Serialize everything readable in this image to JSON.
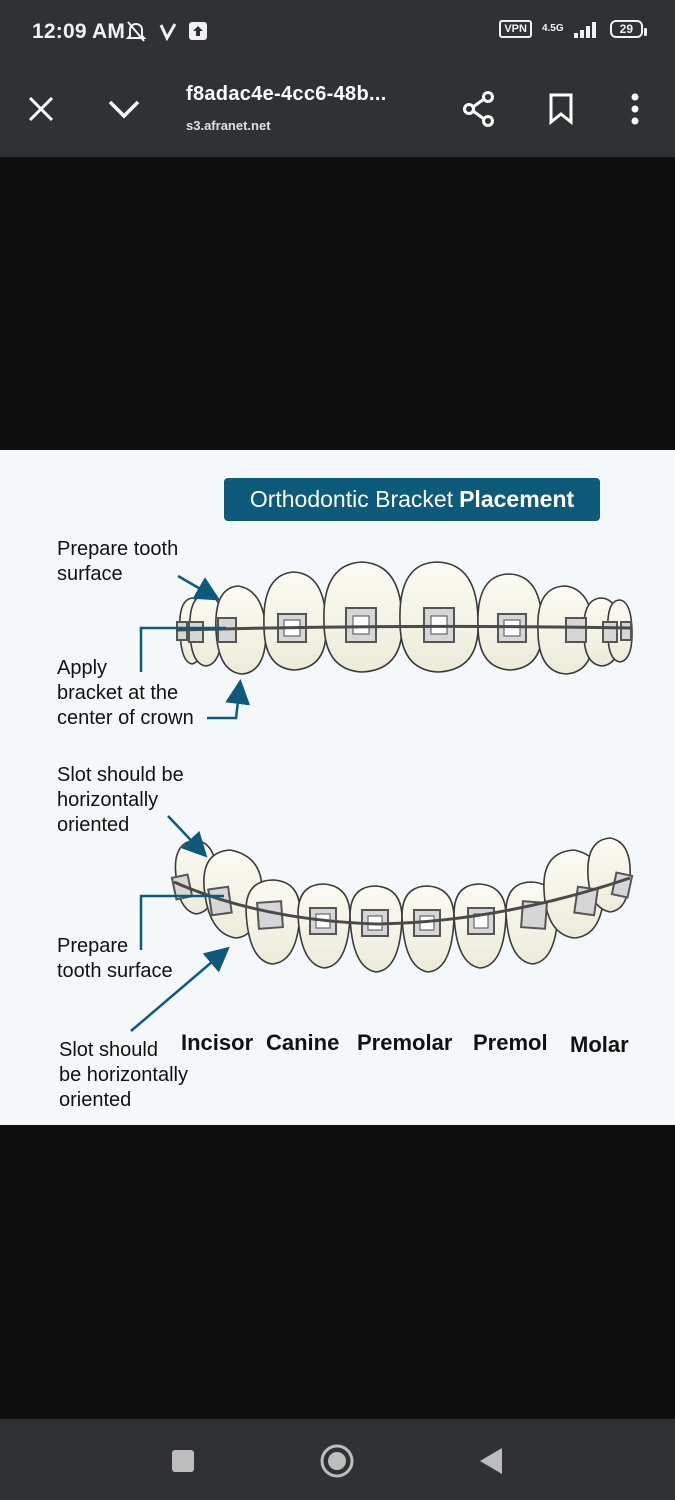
{
  "status_bar": {
    "time": "12:09 AM",
    "icons_left": [
      "bell-off-icon",
      "check-v-icon",
      "upload-icon"
    ],
    "vpn": "VPN",
    "network": "4.5G",
    "battery": "29"
  },
  "toolbar": {
    "title": "f8adac4e-4cc6-48b...",
    "subtitle": "s3.afranet.net",
    "icons": [
      "close-icon",
      "chevron-down-icon",
      "share-icon",
      "bookmark-icon",
      "more-vert-icon"
    ]
  },
  "image": {
    "banner_regular": "Orthodontic Bracket",
    "banner_bold": "Placement",
    "labels": {
      "prepare1_line1": "Prepare tooth",
      "prepare1_line2": "surface",
      "apply_line1": "Apply",
      "apply_line2": "bracket at the",
      "apply_line3": "center of crown",
      "slot1_line1": "Slot should be",
      "slot1_line2": "horizontally",
      "slot1_line3": "oriented",
      "prepare2_line1": "Prepare",
      "prepare2_line2": "tooth surface",
      "slot2_line1": "Slot should",
      "slot2_line2": "be horizontally",
      "slot2_line3": "oriented"
    },
    "tooth_names": [
      "Incisor",
      "Canine",
      "Premolar",
      "Premol",
      "Molar"
    ],
    "accent_color": "#0d5a7b"
  },
  "nav_bar": {
    "icons": [
      "recent-apps-icon",
      "home-icon",
      "back-icon"
    ]
  }
}
